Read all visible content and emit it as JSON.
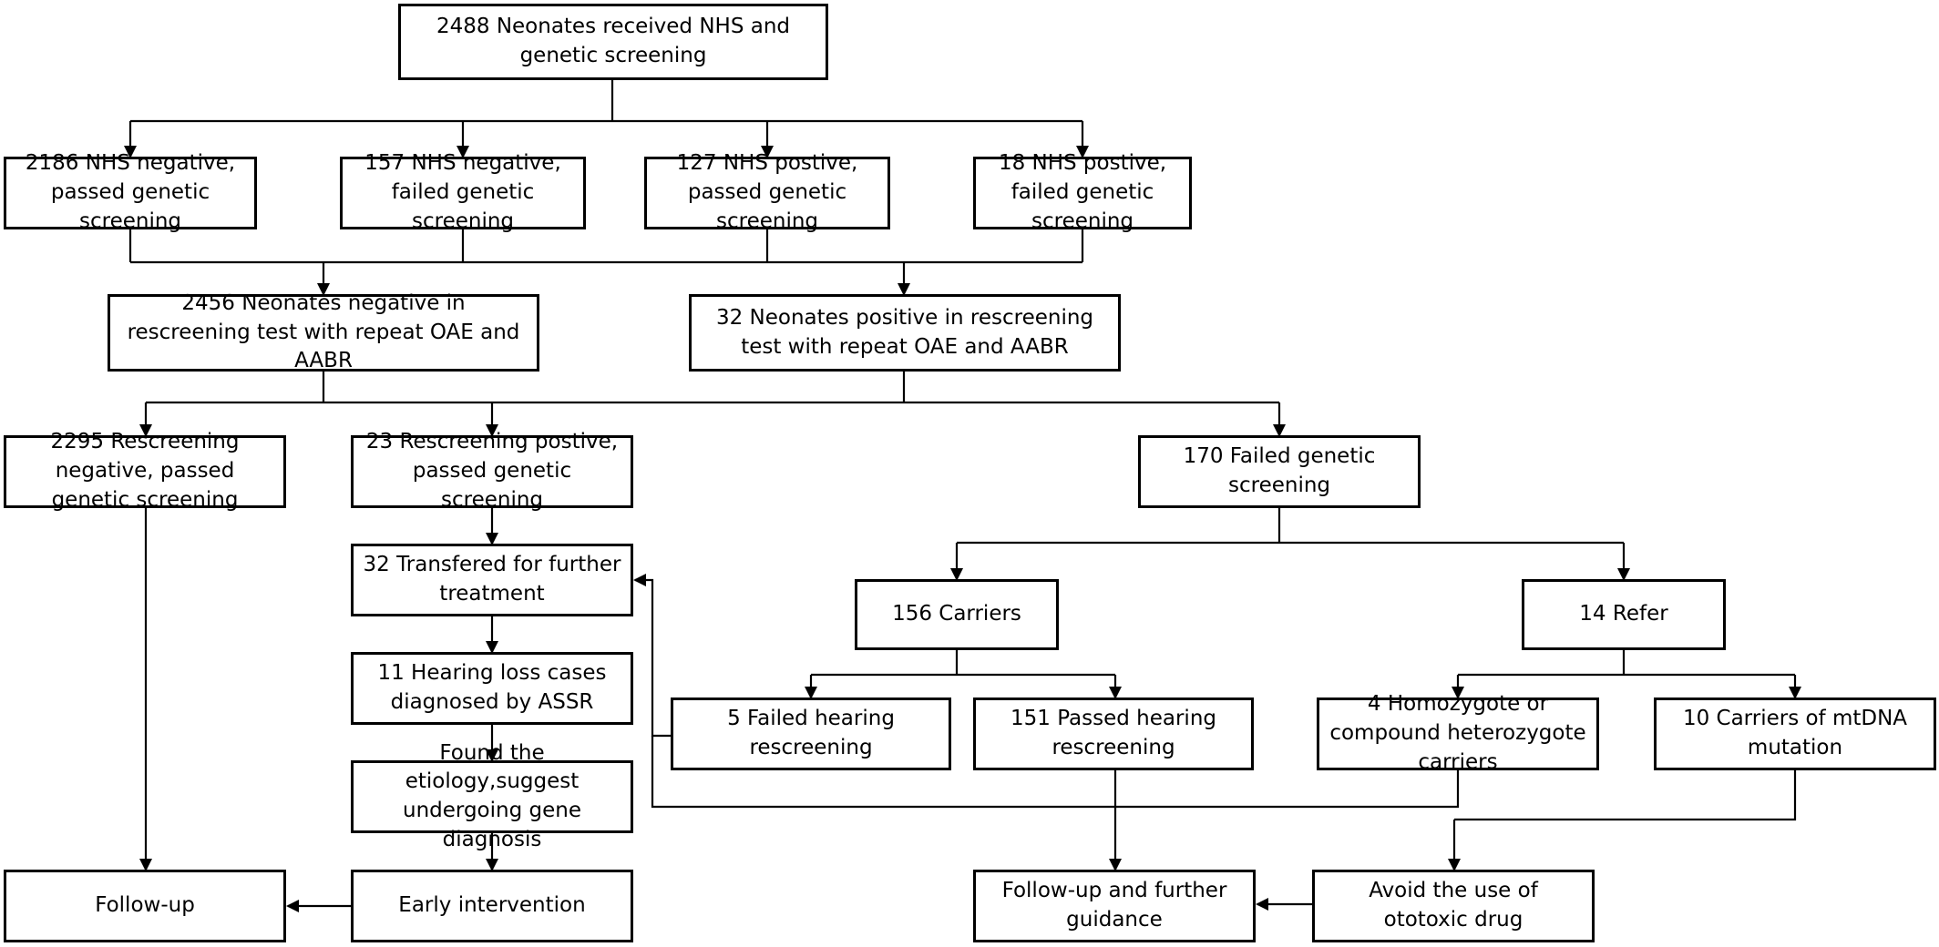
{
  "flowchart": {
    "nodes": {
      "total": "2488 Neonates received NHS and genetic screening",
      "nhs_neg_pass": "2186 NHS negative, passed genetic screening",
      "nhs_neg_fail": "157 NHS negative, failed genetic screening",
      "nhs_pos_pass": "127 NHS postive, passed genetic screening",
      "nhs_pos_fail": "18 NHS postive, failed genetic screening",
      "rescreen_neg": "2456 Neonates negative in rescreening test with repeat OAE and AABR",
      "rescreen_pos": "32 Neonates positive in rescreening test with repeat OAE and AABR",
      "rescreen_neg_pass": "2295 Rescreening negative, passed genetic screening",
      "rescreen_pos_pass": "23 Rescreening postive, passed genetic screening",
      "failed_genetic": "170 Failed genetic screening",
      "transferred": "32 Transfered for further treatment",
      "carriers": "156 Carriers",
      "refer": "14 Refer",
      "hearing_loss": "11 Hearing loss cases diagnosed by ASSR",
      "failed_hearing": "5 Failed hearing rescreening",
      "passed_hearing": "151 Passed hearing rescreening",
      "homozygote": "4 Homozygote or compound heterozygote carriers",
      "mtdna": "10 Carriers of mtDNA mutation",
      "etiology": "Found the etiology,suggest undergoing gene diagnosis",
      "follow_up": "Follow-up",
      "early_intervention": "Early intervention",
      "follow_up_guidance": "Follow-up and further guidance",
      "avoid_ototoxic": "Avoid the use of ototoxic drug"
    }
  }
}
